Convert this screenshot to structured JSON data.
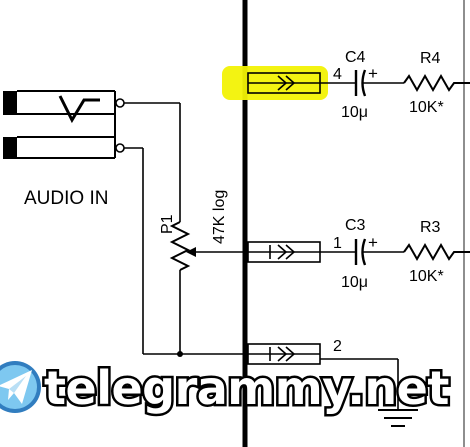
{
  "colors": {
    "ink": "#000000",
    "highlight": "#f2f205",
    "paper": "#ffffff",
    "logo_light": "#7ec8f0",
    "logo_dark": "#1b6fb8"
  },
  "input": {
    "label": "AUDIO IN"
  },
  "pot": {
    "ref": "P1",
    "value": "47K log"
  },
  "channels": [
    {
      "pin": "4",
      "cap_ref": "C4",
      "cap_value": "10μ",
      "res_ref": "R4",
      "res_value": "10K*",
      "highlighted": true
    },
    {
      "pin": "1",
      "cap_ref": "C3",
      "cap_value": "10μ",
      "res_ref": "R3",
      "res_value": "10K*",
      "highlighted": false
    }
  ],
  "ground": {
    "pin": "2"
  },
  "watermark": {
    "text": "telegrammy.net",
    "icon": "telegram-plane-icon"
  }
}
